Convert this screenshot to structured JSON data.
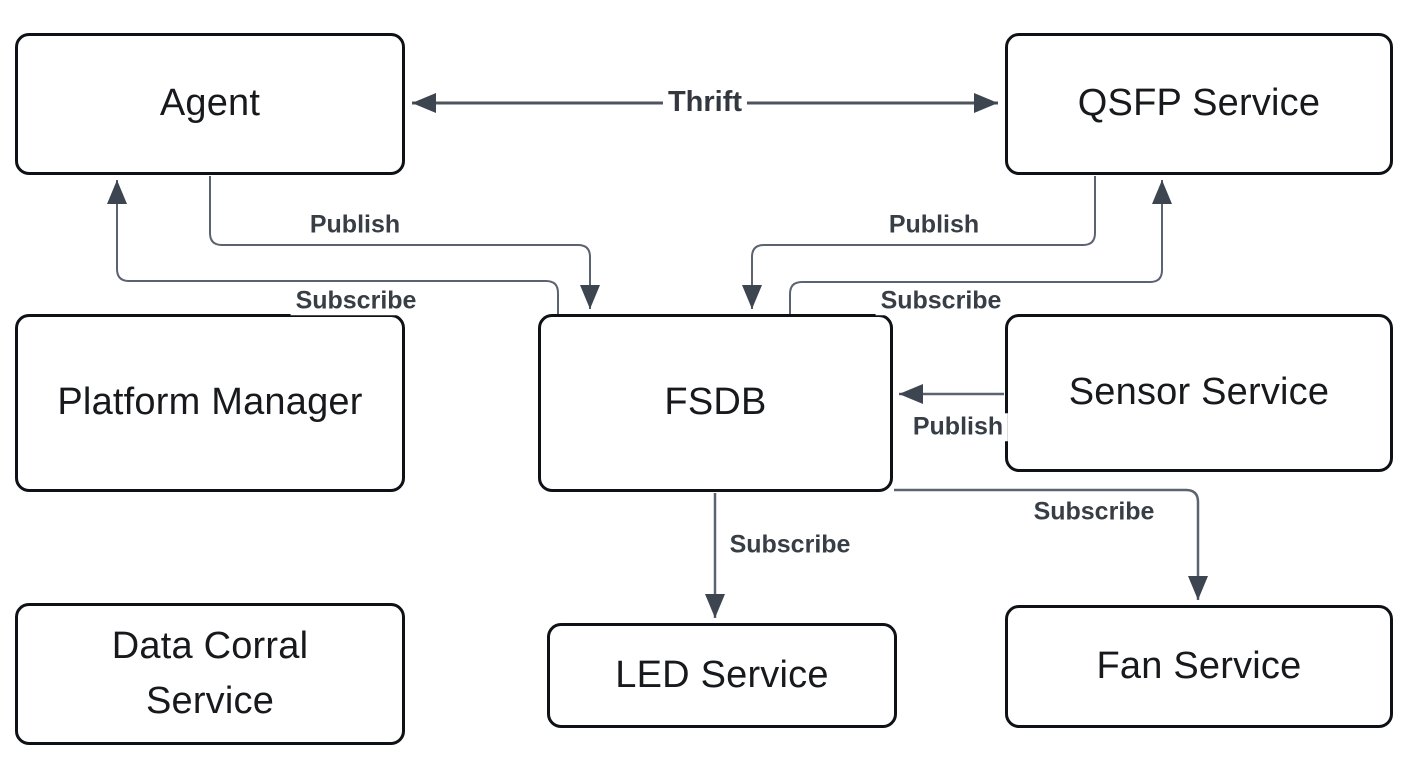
{
  "diagram": {
    "nodes": {
      "agent": {
        "label": "Agent"
      },
      "qsfp_service": {
        "label": "QSFP Service"
      },
      "platform_manager": {
        "label": "Platform Manager"
      },
      "fsdb": {
        "label": "FSDB"
      },
      "sensor_service": {
        "label": "Sensor Service"
      },
      "data_corral_service": {
        "label": "Data Corral Service"
      },
      "led_service": {
        "label": "LED Service"
      },
      "fan_service": {
        "label": "Fan Service"
      }
    },
    "edges": [
      {
        "id": "thrift",
        "label": "Thrift",
        "from": "agent",
        "to": "qsfp_service",
        "direction": "bidirectional"
      },
      {
        "id": "publish-agent-fsdb",
        "label": "Publish",
        "from": "agent",
        "to": "fsdb",
        "direction": "forward"
      },
      {
        "id": "subscribe-fsdb-agent",
        "label": "Subscribe",
        "from": "fsdb",
        "to": "agent",
        "direction": "forward"
      },
      {
        "id": "publish-qsfp-fsdb",
        "label": "Publish",
        "from": "qsfp_service",
        "to": "fsdb",
        "direction": "forward"
      },
      {
        "id": "subscribe-fsdb-qsfp",
        "label": "Subscribe",
        "from": "fsdb",
        "to": "qsfp_service",
        "direction": "forward"
      },
      {
        "id": "publish-sensor-fsdb",
        "label": "Publish",
        "from": "sensor_service",
        "to": "fsdb",
        "direction": "forward"
      },
      {
        "id": "subscribe-fsdb-led",
        "label": "Subscribe",
        "from": "fsdb",
        "to": "led_service",
        "direction": "forward"
      },
      {
        "id": "subscribe-fsdb-fan",
        "label": "Subscribe",
        "from": "fsdb",
        "to": "fan_service",
        "direction": "forward"
      }
    ],
    "colors": {
      "background": "#ffffff",
      "box_border": "#0e1116",
      "box_fill": "#ffffff",
      "node_text": "#17191c",
      "edge_line": "#5b6270",
      "edge_arrowhead": "#3d4650",
      "edge_label_text": "#383e46"
    }
  }
}
